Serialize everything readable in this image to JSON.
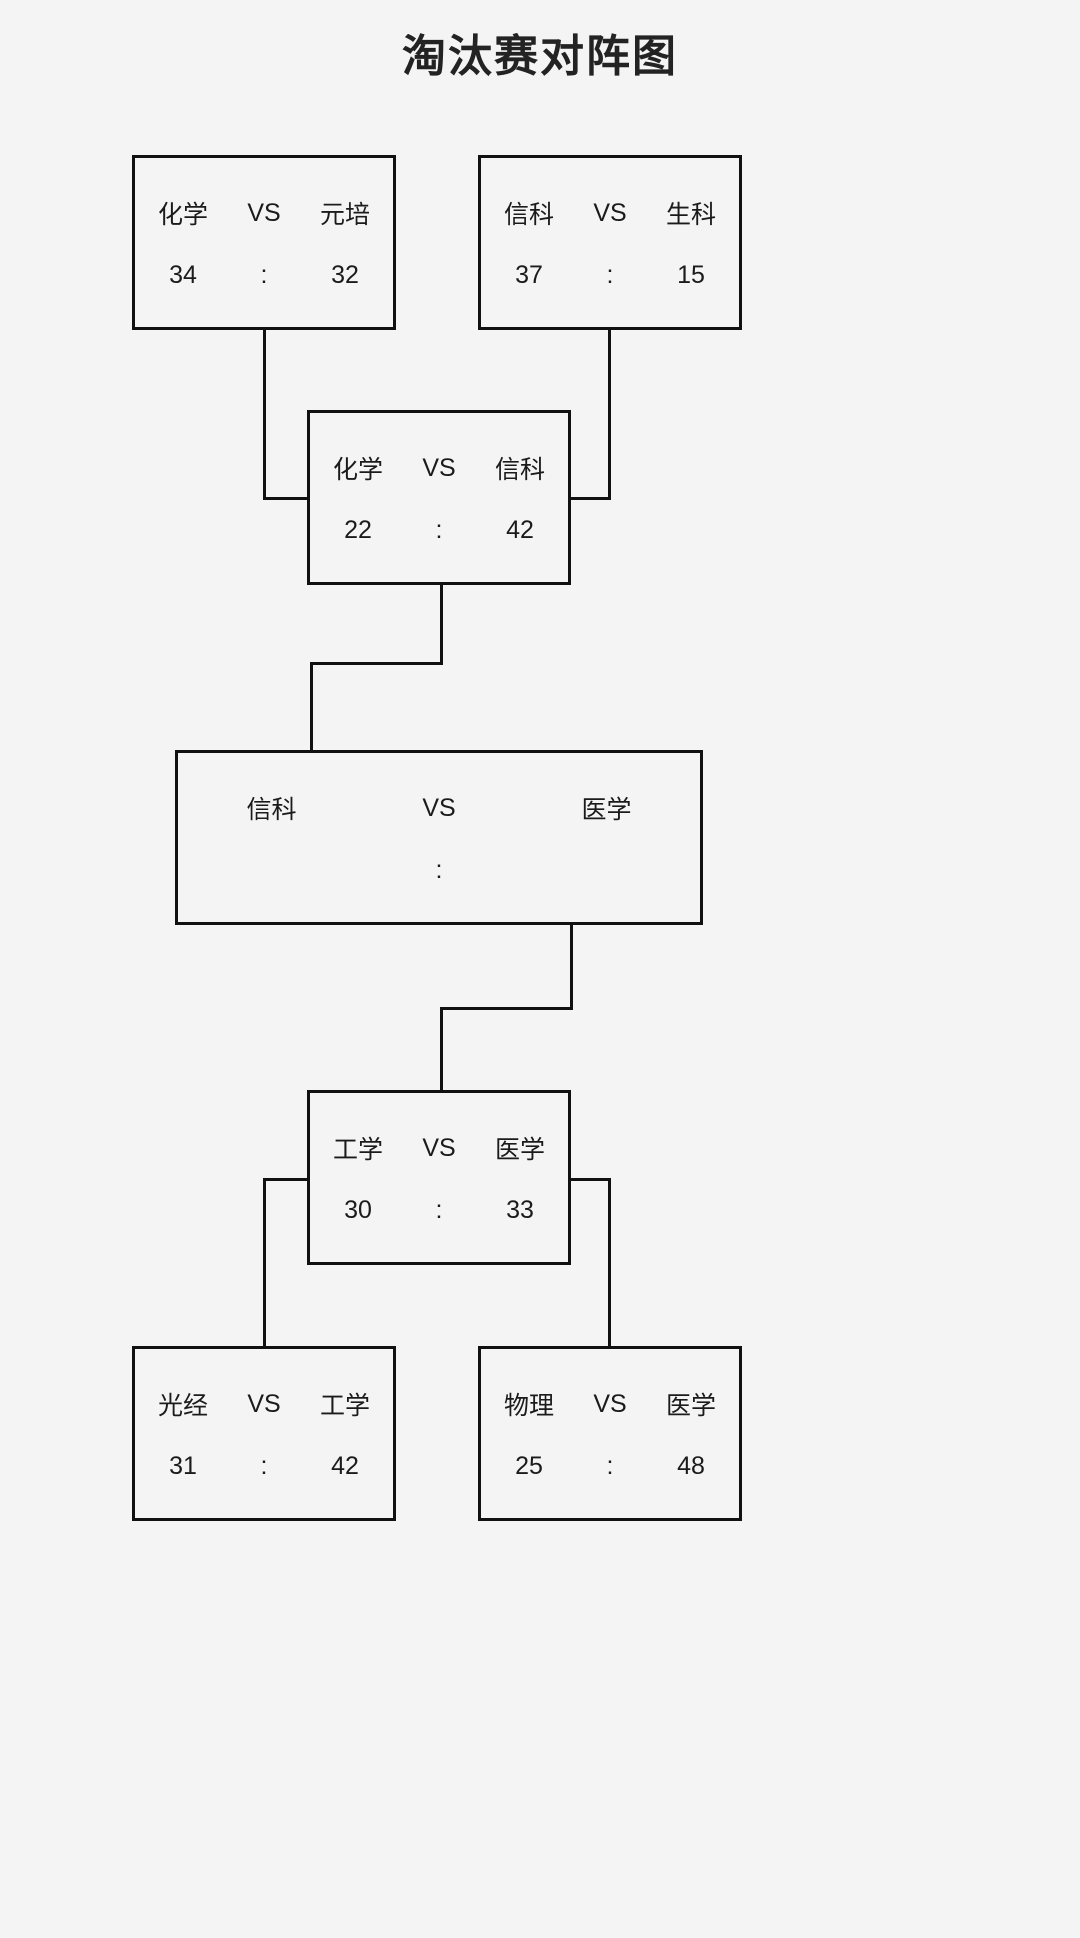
{
  "title": "淘汰赛对阵图",
  "theme": {
    "background": "#f4f4f4",
    "box_background": "#f4f4f4",
    "line_color": "#111111",
    "text_color": "#1b1b1b"
  },
  "labels": {
    "vs": "VS",
    "score_separator": ":"
  },
  "bracket": {
    "matches": [
      {
        "id": "qf-1",
        "round": "quarterfinal",
        "team_left": "化学",
        "team_right": "元培",
        "vs": "VS",
        "score_left": "34",
        "score_right": "32",
        "separator": ":"
      },
      {
        "id": "qf-2",
        "round": "quarterfinal",
        "team_left": "信科",
        "team_right": "生科",
        "vs": "VS",
        "score_left": "37",
        "score_right": "15",
        "separator": ":"
      },
      {
        "id": "sf-top",
        "round": "semifinal-upper",
        "team_left": "化学",
        "team_right": "信科",
        "vs": "VS",
        "score_left": "22",
        "score_right": "42",
        "separator": ":"
      },
      {
        "id": "final",
        "round": "final",
        "team_left": "信科",
        "team_right": "医学",
        "vs": "VS",
        "score_left": "",
        "score_right": "",
        "separator": ":"
      },
      {
        "id": "sf-bottom",
        "round": "semifinal-lower",
        "team_left": "工学",
        "team_right": "医学",
        "vs": "VS",
        "score_left": "30",
        "score_right": "33",
        "separator": ":"
      },
      {
        "id": "qf-3",
        "round": "quarterfinal",
        "team_left": "光经",
        "team_right": "工学",
        "vs": "VS",
        "score_left": "31",
        "score_right": "42",
        "separator": ":"
      },
      {
        "id": "qf-4",
        "round": "quarterfinal",
        "team_left": "物理",
        "team_right": "医学",
        "vs": "VS",
        "score_left": "25",
        "score_right": "48",
        "separator": ":"
      }
    ]
  }
}
